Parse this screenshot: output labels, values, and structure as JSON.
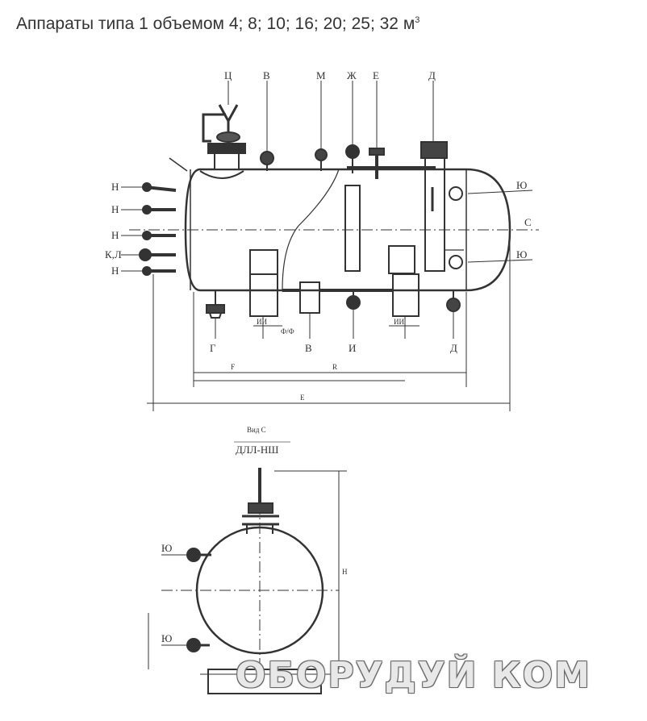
{
  "title": {
    "text": "Аппараты типа 1 объемом 4; 8; 10; 16; 20; 25; 32 м",
    "superscript": "3"
  },
  "top_view": {
    "labels_top": [
      "Ц",
      "В",
      "М",
      "Ж",
      "Е",
      "Д"
    ],
    "labels_left": [
      "Н",
      "Н",
      "Н",
      "К,Л",
      "Н"
    ],
    "labels_right": [
      "Ю",
      "С",
      "Ю"
    ],
    "labels_bottom": [
      "Г",
      "В",
      "И",
      "Д"
    ],
    "dimension_labels": [
      "F",
      "R",
      "E"
    ],
    "notes": [
      "ИИ",
      "Ф/Ф",
      "ИИ"
    ]
  },
  "side_view": {
    "view_caption": "Вид С",
    "view_sub_caption": "ДЛЛ-НШ",
    "labels": [
      "Ю",
      "Ю"
    ],
    "dimension_labels": [
      "Н"
    ]
  },
  "watermark": {
    "text": "ОБОРУДУЙ КОМ"
  }
}
